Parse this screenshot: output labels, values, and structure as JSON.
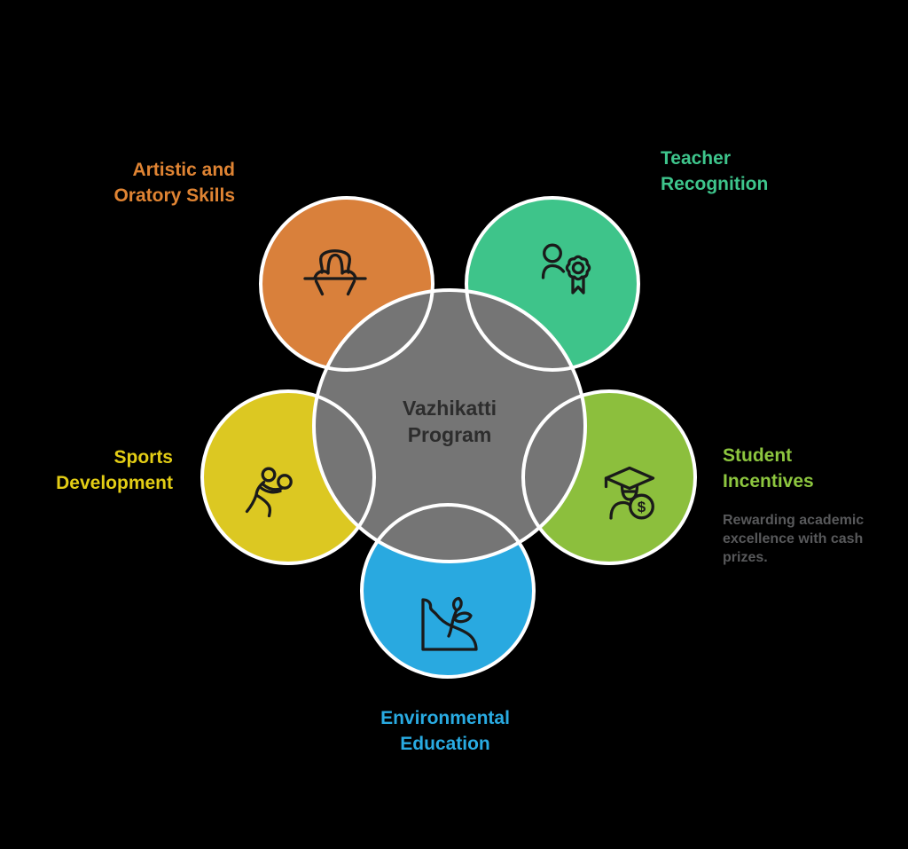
{
  "diagram": {
    "background": "#000000",
    "circle_outline_color": "#FFFFFF",
    "icon_stroke": "#1A1A1A",
    "dollar_sign": "$",
    "center": {
      "label": "Vazhikatti\nProgram",
      "fill": "#757575",
      "text_color": "#2D2D2D"
    },
    "nodes": [
      {
        "id": "artistic-oratory-skills",
        "label": "Artistic and\nOratory Skills",
        "fill": "#D9803B",
        "label_color": "#E08433",
        "icon": "podium-speaker-icon"
      },
      {
        "id": "teacher-recognition",
        "label": "Teacher\nRecognition",
        "fill": "#3EC48A",
        "label_color": "#3EC58C",
        "icon": "person-award-ribbon-icon"
      },
      {
        "id": "sports-development",
        "label": "Sports\nDevelopment",
        "fill": "#DCC822",
        "label_color": "#E3CD15",
        "icon": "ball-player-icon"
      },
      {
        "id": "student-incentives",
        "label": "Student\nIncentives",
        "fill": "#8CBF3D",
        "label_color": "#8DC63F",
        "icon": "graduate-dollar-coin-icon",
        "description": "Rewarding academic\nexcellence with cash\nprizes.",
        "description_color": "#58595B"
      },
      {
        "id": "environmental-education",
        "label": "Environmental\nEducation",
        "fill": "#29A9E0",
        "label_color": "#29ABE2",
        "icon": "sprout-growth-icon"
      }
    ]
  }
}
